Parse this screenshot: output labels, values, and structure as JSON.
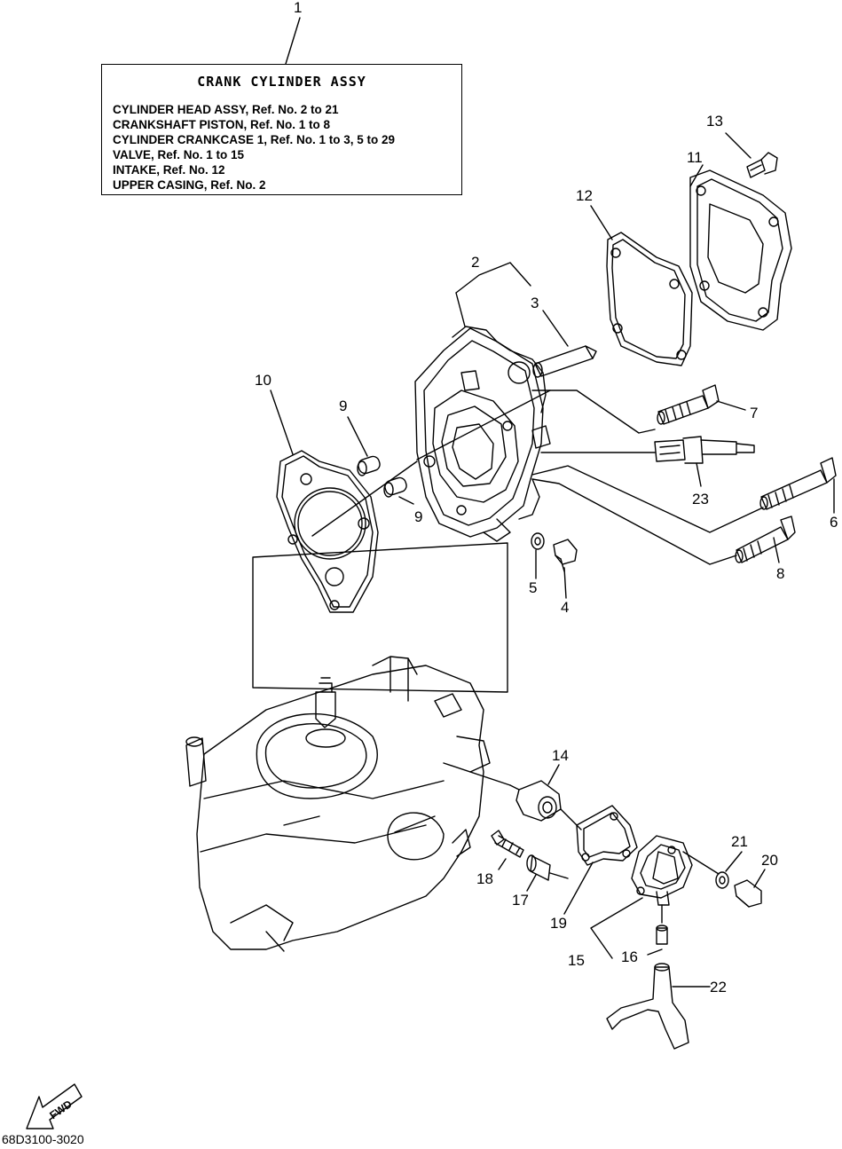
{
  "label": {
    "title": "CRANK  CYLINDER  ASSY",
    "lines": [
      "CYLINDER HEAD ASSY,  Ref. No. 2 to 21",
      "CRANKSHAFT PISTON,  Ref. No. 1 to 8",
      "CYLINDER CRANKCASE 1, Ref. No. 1 to 3, 5 to 29",
      "VALVE,  Ref. No. 1 to 15",
      "INTAKE, Ref. No. 12",
      "UPPER CASING,  Ref. No. 2"
    ]
  },
  "callouts": {
    "n1": "1",
    "n2": "2",
    "n3": "3",
    "n4": "4",
    "n5": "5",
    "n6": "6",
    "n7": "7",
    "n8": "8",
    "n9a": "9",
    "n9b": "9",
    "n10": "10",
    "n11": "11",
    "n12": "12",
    "n13": "13",
    "n14": "14",
    "n15": "15",
    "n16": "16",
    "n17": "17",
    "n18": "18",
    "n19": "19",
    "n20": "20",
    "n21": "21",
    "n22": "22",
    "n23": "23"
  },
  "fwd_label": "FWD",
  "part_code": "68D3100-3020"
}
